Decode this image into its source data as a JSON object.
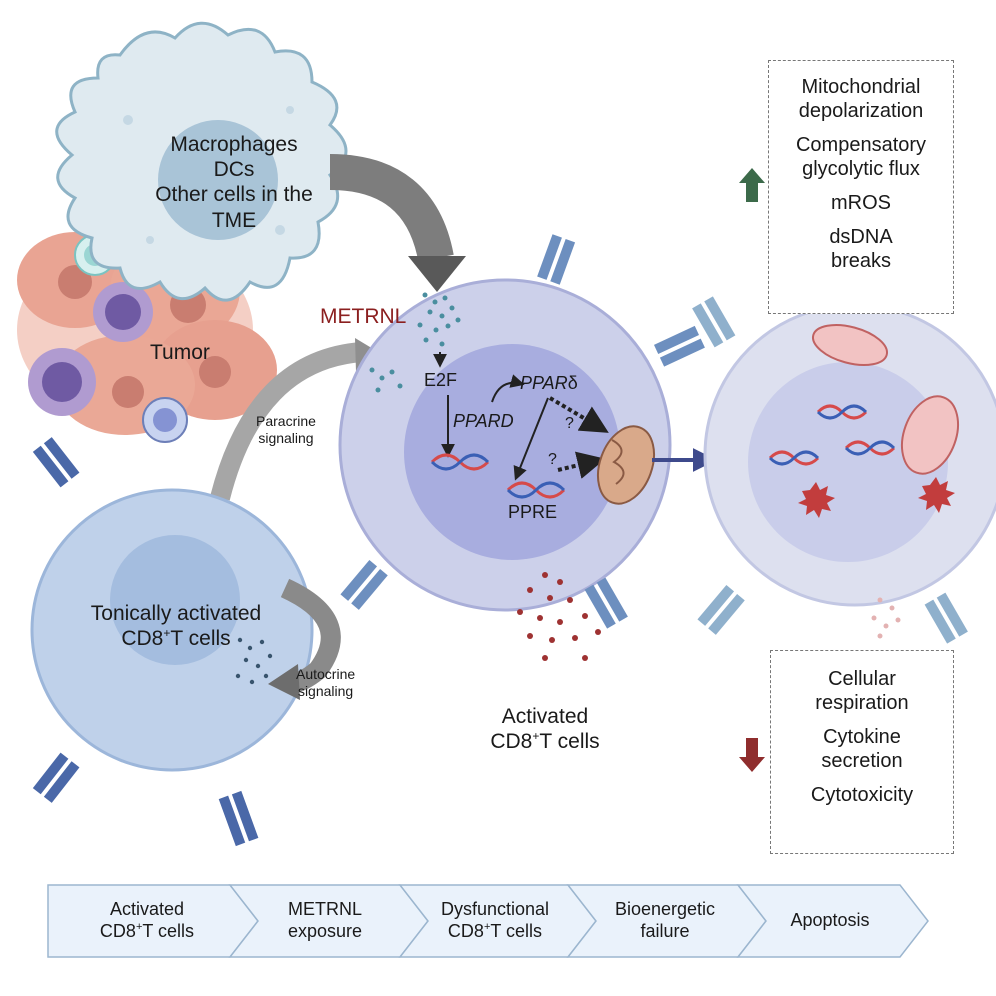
{
  "labels": {
    "macrophage_line1": "Macrophages",
    "macrophage_line2": "DCs",
    "macrophage_line3": "Other cells in the",
    "macrophage_line4": "TME",
    "tumor": "Tumor",
    "metrnl": "METRNL",
    "e2f": "E2F",
    "ppar_delta_italic": "PPAR",
    "ppar_delta_symbol": "δ",
    "pparD": "PPARD",
    "ppre": "PPRE",
    "question": "?",
    "paracrine_line1": "Paracrine",
    "paracrine_line2": "signaling",
    "autocrine_line1": "Autocrine",
    "autocrine_line2": "signaling",
    "tonic_line1": "Tonically activated",
    "activated_line1": "Activated",
    "cd8_prefix": "CD8",
    "cd8_sup": "+",
    "cd8_suffix": "T cells"
  },
  "increase_items": [
    {
      "line1": "Mitochondrial",
      "line2": "depolarization"
    },
    {
      "line1": "Compensatory",
      "line2": "glycolytic flux"
    },
    {
      "line1": "mROS"
    },
    {
      "line1": "dsDNA",
      "line2": "breaks"
    }
  ],
  "decrease_items": [
    {
      "line1": "Cellular",
      "line2": "respiration"
    },
    {
      "line1": "Cytokine",
      "line2": "secretion"
    },
    {
      "line1": "Cytotoxicity"
    }
  ],
  "steps": [
    {
      "line1": "Activated"
    },
    {
      "line1": "METRNL",
      "line2": "exposure"
    },
    {
      "line1": "Dysfunctional"
    },
    {
      "line1": "Bioenergetic",
      "line2": "failure"
    },
    {
      "line1": "Apoptosis"
    }
  ],
  "colors": {
    "metrnl_text": "#8b1f1f",
    "increase_arrow": "#3c6a4a",
    "decrease_arrow": "#8f2d2d",
    "step_fill": "#eaf2fb"
  }
}
